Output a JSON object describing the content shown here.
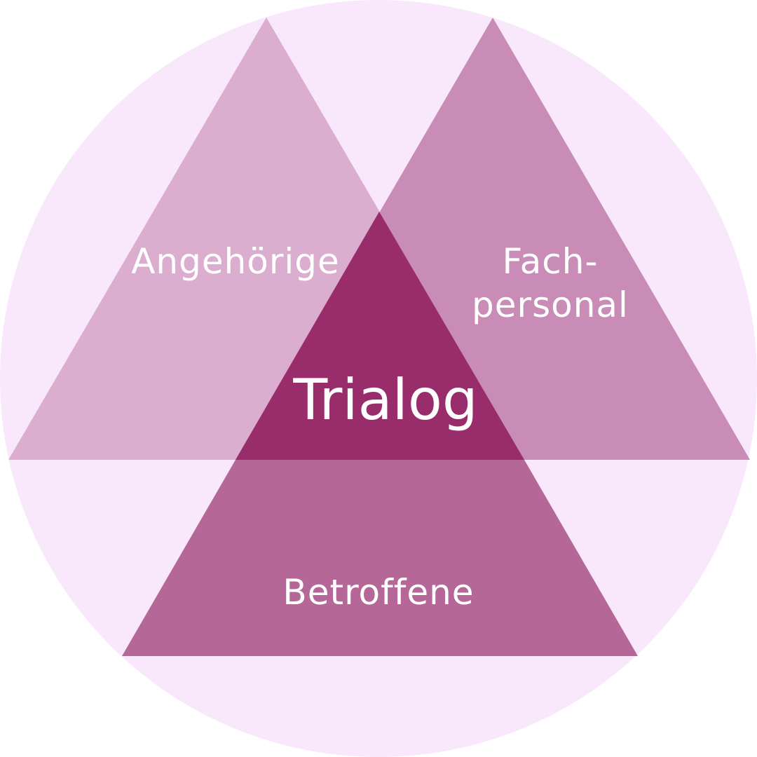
{
  "diagram": {
    "center_label": "Trialog",
    "parties": [
      {
        "label": "Angehörige",
        "color": "#dbadcf"
      },
      {
        "label_line1": "Fach-",
        "label_line2": "personal",
        "color": "#c98cb6"
      },
      {
        "label": "Betroffene",
        "color": "#b56898"
      }
    ],
    "overlap_color": "#992d6b",
    "circle_color": "#f9e8fc"
  }
}
